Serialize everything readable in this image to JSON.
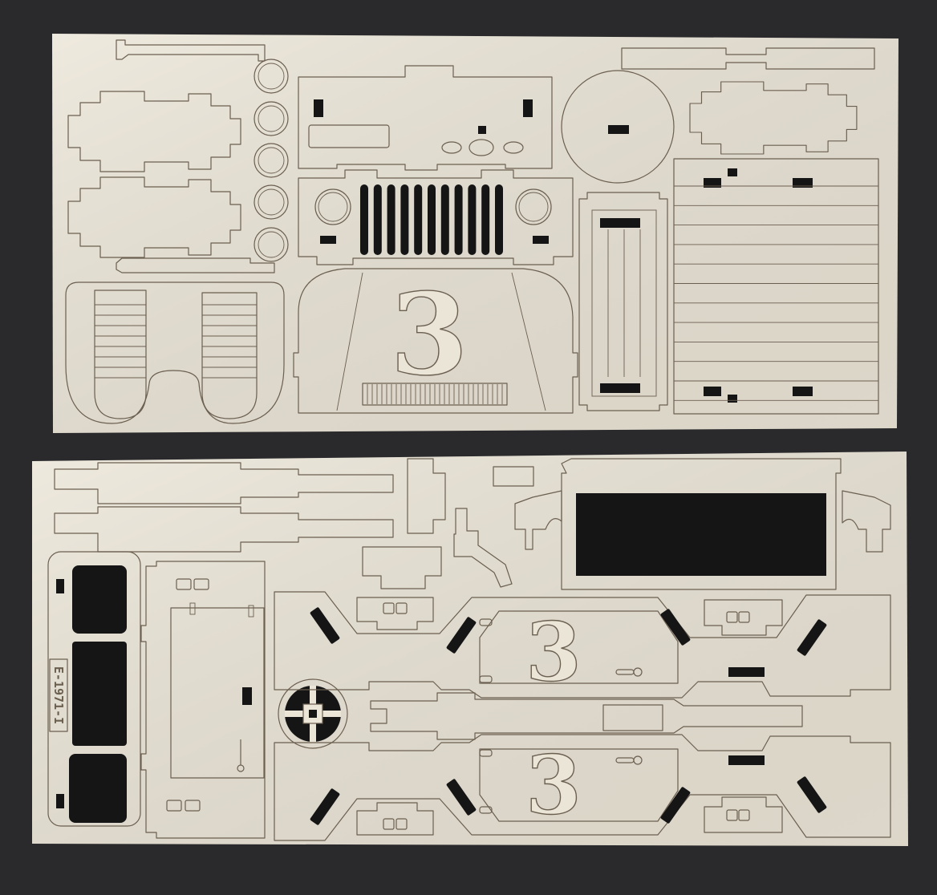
{
  "colors": {
    "background": "#2a2a2c",
    "plywood": "#ebe5d7",
    "cut_line": "#6b5f50",
    "cutout": "#151515"
  },
  "top_sheet": {
    "hood_number": "3"
  },
  "bottom_sheet": {
    "body_side_number_upper": "3",
    "body_side_number_lower": "3",
    "part_code": "E-1971-I"
  }
}
